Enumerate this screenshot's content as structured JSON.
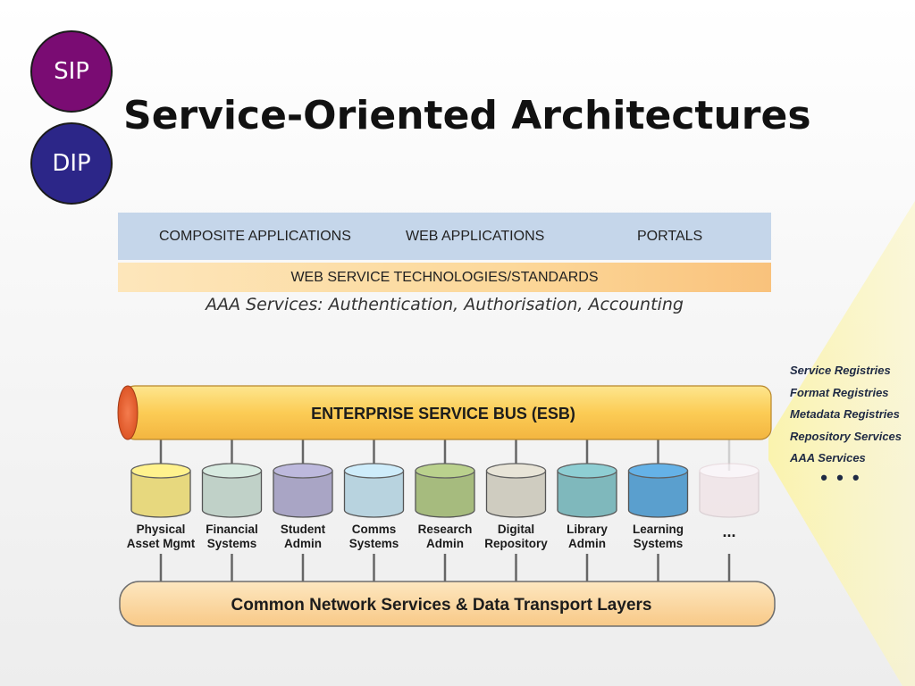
{
  "badges": {
    "sip": "SIP",
    "dip": "DIP"
  },
  "title": "Service-Oriented Architectures",
  "top_band": {
    "items": [
      "COMPOSITE APPLICATIONS",
      "WEB APPLICATIONS",
      "PORTALS"
    ]
  },
  "standards_band": "WEB SERVICE TECHNOLOGIES/STANDARDS",
  "aaa_line": "AAA Services: Authentication, Authorisation, Accounting",
  "esb_label": "ENTERPRISE SERVICE BUS (ESB)",
  "network_label": "Common Network Services & Data Transport Layers",
  "services": [
    {
      "line1": "Physical",
      "line2": "Asset Mgmt",
      "color": "#e7d87e"
    },
    {
      "line1": "Financial",
      "line2": "Systems",
      "color": "#c0d1c8"
    },
    {
      "line1": "Student",
      "line2": "Admin",
      "color": "#a9a5c5"
    },
    {
      "line1": "Comms",
      "line2": "Systems",
      "color": "#b8d3df"
    },
    {
      "line1": "Research",
      "line2": "Admin",
      "color": "#a6bb7e"
    },
    {
      "line1": "Digital",
      "line2": "Repository",
      "color": "#cfccc0"
    },
    {
      "line1": "Library",
      "line2": "Admin",
      "color": "#7fb8bc"
    },
    {
      "line1": "Learning",
      "line2": "Systems",
      "color": "#5a9fce"
    },
    {
      "line1": "...",
      "line2": "",
      "color": "#f0dde2"
    }
  ],
  "side_list": {
    "items": [
      "Service Registries",
      "Format Registries",
      "Metadata Registries",
      "Repository Services",
      "AAA Services"
    ],
    "more": "• • •"
  },
  "colors": {
    "esb_fill": "#fccc55",
    "network_fill": "#fbd9a0",
    "beam": "#fbf3a6"
  }
}
